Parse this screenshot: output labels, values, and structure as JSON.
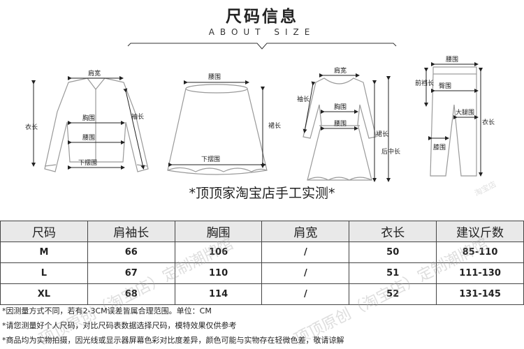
{
  "header": {
    "title": "尺码信息",
    "subtitle": "ABOUT SIZE"
  },
  "figures": {
    "shirt": {
      "shoulder": "肩宽",
      "length": "衣长",
      "sleeve": "袖长",
      "chest": "胸围",
      "waist": "腰围",
      "hem": "下摆围"
    },
    "skirt": {
      "waist": "腰围",
      "length": "裙长",
      "hem": "下摆围"
    },
    "dress": {
      "shoulder": "肩宽",
      "sleeve": "袖长",
      "chest": "胸围",
      "waist": "腰围",
      "length": "裙长",
      "back_length": "后中长"
    },
    "pants": {
      "waist": "腰围",
      "front_rise": "前裆长",
      "hip": "臀围",
      "thigh": "大腿围",
      "length": "衣长",
      "knee": "膝围"
    }
  },
  "note": "*顶顶家淘宝店手工实测*",
  "table": {
    "headers": [
      "尺码",
      "肩袖长",
      "胸围",
      "肩宽",
      "衣长",
      "建议斤数"
    ],
    "rows": [
      [
        "M",
        "66",
        "106",
        "/",
        "50",
        "85-110"
      ],
      [
        "L",
        "67",
        "110",
        "/",
        "51",
        "111-130"
      ],
      [
        "XL",
        "68",
        "114",
        "/",
        "52",
        "131-145"
      ]
    ]
  },
  "watermark": [
    "顶顶原创（淘宝店）定制潮牌馆",
    "淘宝店"
  ],
  "notes": [
    "*因测量方式不同，若有2-3CM误差皆属合理范围。单位：CM",
    "*请您测量好个人尺码，对比尺码表数据选择尺码，模特效果仅供参考",
    "*商品均为实物拍摄，因光线或显示器屏幕色彩对比度差异，颜色可能与实物存在轻微色差，敬请谅解"
  ]
}
